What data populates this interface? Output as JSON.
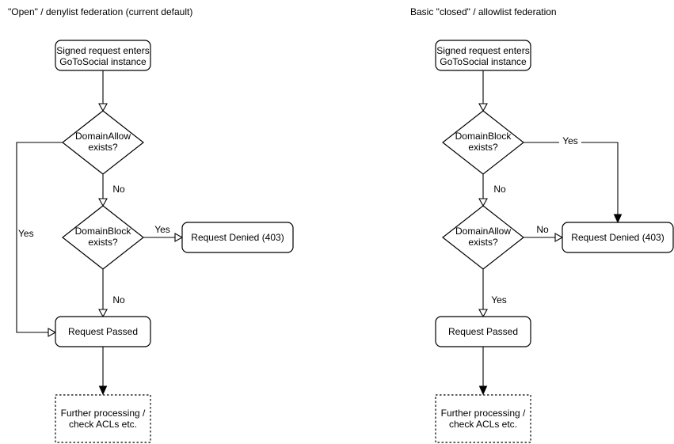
{
  "colors": {
    "stroke": "#000000",
    "text": "#000000",
    "shape_fill": "#ffffff",
    "background": "#ffffff"
  },
  "diagram": {
    "left": {
      "title": "\"Open\" / denylist federation (current default)",
      "start": {
        "line1": "Signed request enters",
        "line2": "GoToSocial instance"
      },
      "decision1": {
        "line1": "DomainAllow",
        "line2": "exists?"
      },
      "decision2": {
        "line1": "DomainBlock",
        "line2": "exists?"
      },
      "denied": "Request Denied (403)",
      "passed": "Request Passed",
      "further": {
        "line1": "Further processing /",
        "line2": "check ACLs etc."
      },
      "labels": {
        "decision1_no": "No",
        "decision1_yes": "Yes",
        "decision2_yes": "Yes",
        "decision2_no": "No"
      }
    },
    "right": {
      "title": "Basic \"closed\" / allowlist federation",
      "start": {
        "line1": "Signed request enters",
        "line2": "GoToSocial instance"
      },
      "decision1": {
        "line1": "DomainBlock",
        "line2": "exists?"
      },
      "decision2": {
        "line1": "DomainAllow",
        "line2": "exists?"
      },
      "denied": "Request Denied (403)",
      "passed": "Request Passed",
      "further": {
        "line1": "Further processing /",
        "line2": "check ACLs etc."
      },
      "labels": {
        "decision1_yes": "Yes",
        "decision1_no": "No",
        "decision2_no": "No",
        "decision2_yes": "Yes"
      }
    }
  }
}
